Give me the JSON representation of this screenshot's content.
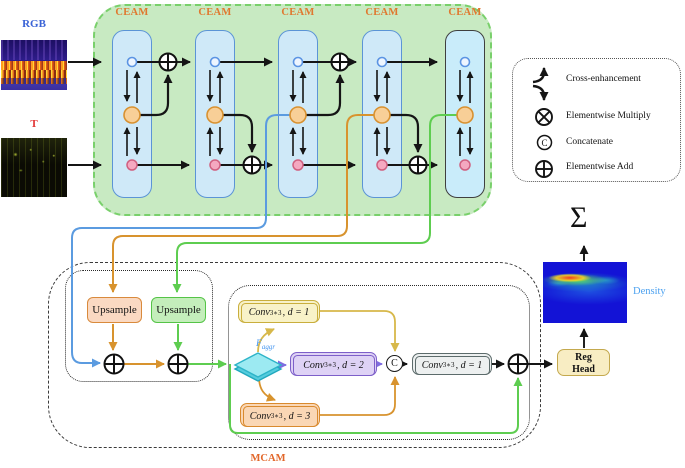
{
  "inputs": {
    "rgb_label": "RGB",
    "thermal_label": "T"
  },
  "encoder": {
    "ceam_label": "CEAM"
  },
  "legend": {
    "items": [
      {
        "icon": "cross-enhancement-icon",
        "label": "Cross-enhancement"
      },
      {
        "icon": "elementwise-multiply-icon",
        "label": "Elementwise Multiply"
      },
      {
        "icon": "concatenate-icon",
        "label": "Concatenate"
      },
      {
        "icon": "elementwise-add-icon",
        "label": "Elementwise Add"
      }
    ]
  },
  "mcam": {
    "label": "MCAM",
    "upsample_rgb": "Upsample",
    "upsample_thermal": "Upsample",
    "f_aggr": {
      "base": "F",
      "sub": "aggr"
    },
    "conv_branch_d1": {
      "base": "Conv",
      "sub": "3∗3",
      "rest": ", d = 1"
    },
    "conv_branch_d2": {
      "base": "Conv",
      "sub": "3∗3",
      "rest": ", d = 2"
    },
    "conv_branch_d3": {
      "base": "Conv",
      "sub": "3∗3",
      "rest": ", d = 3"
    },
    "conv_fuse": {
      "base": "Conv",
      "sub": "3∗3",
      "rest": ", d = 1"
    },
    "concat_symbol": "C"
  },
  "output": {
    "sum_symbol": "Σ",
    "density_label": "Density",
    "reg_head": {
      "line1": "Reg",
      "line2": "Head"
    }
  },
  "colors": {
    "encoder_fill": "#c8eac2",
    "encoder_border": "#79d06b",
    "ceam_fill": "#cfe9f8",
    "ceam_border": "#5b94d6",
    "ceam_title": "#e0782f",
    "mcam_title": "#e2672a",
    "rgb_label": "#3a63d6",
    "t_label": "#e23535",
    "line_blue": "#5b9be0",
    "line_orange": "#d8932e",
    "line_green": "#5ecd50",
    "line_yellow": "#d7b84a",
    "line_violet": "#7f6ce0",
    "density_label": "#4da2f0",
    "diamond_fill": "#9ceaf2"
  }
}
